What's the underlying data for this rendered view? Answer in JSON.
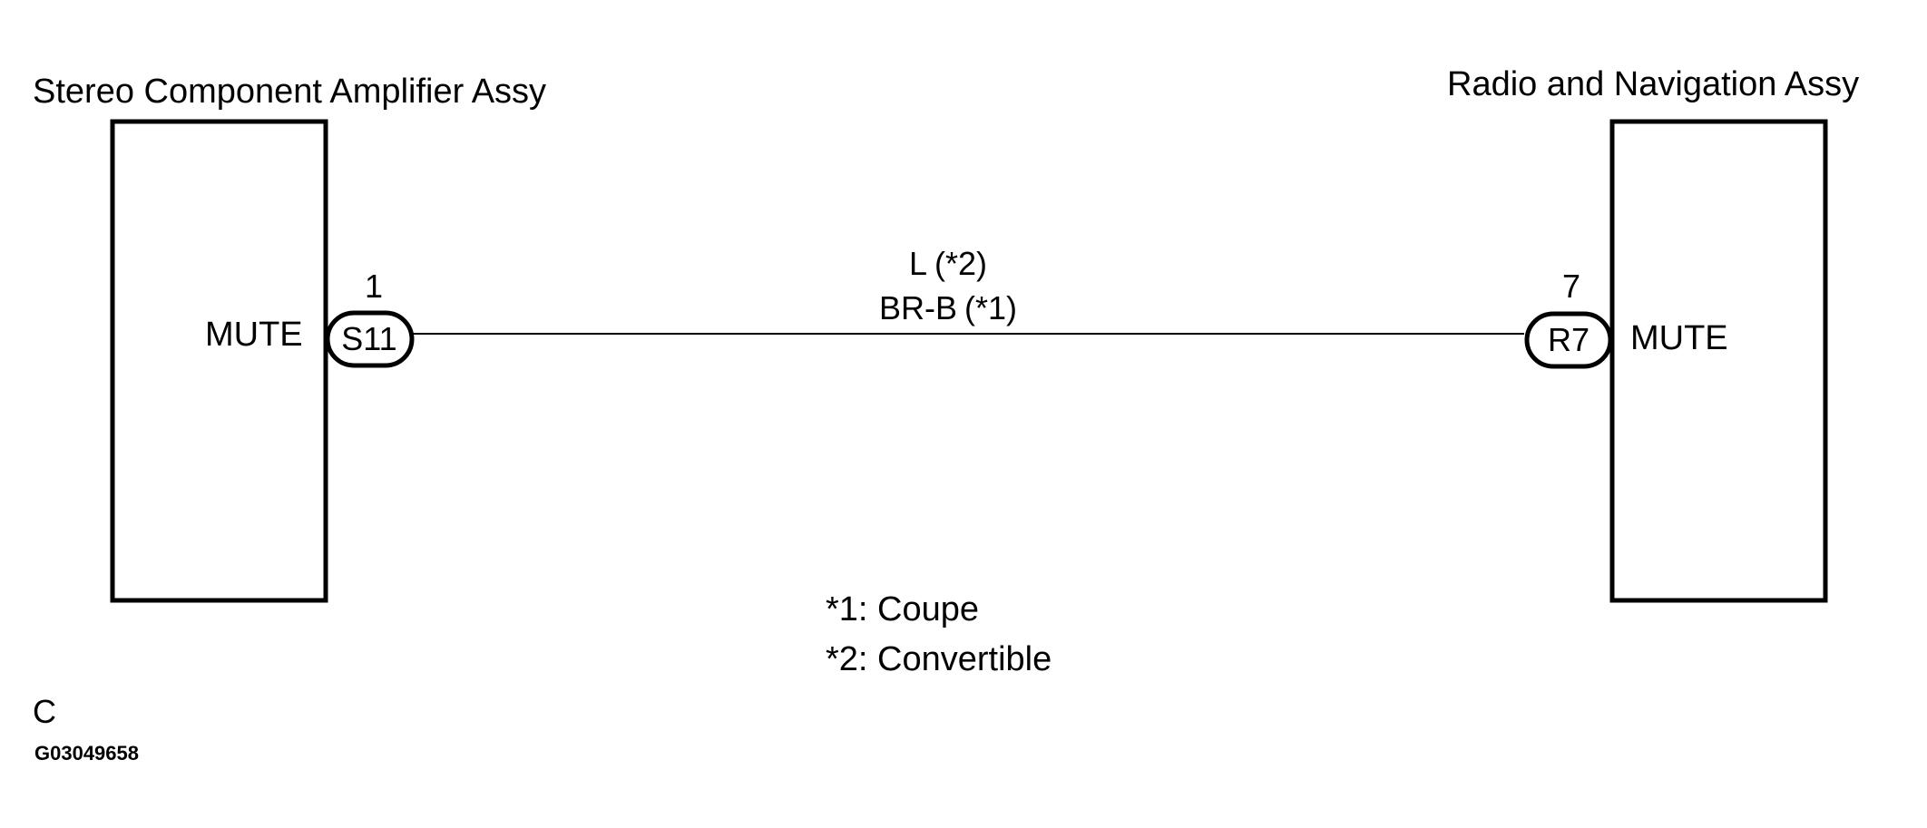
{
  "left_component": {
    "title": "Stereo Component Amplifier Assy",
    "terminal_name": "MUTE",
    "connector": "S11",
    "pin": "1"
  },
  "right_component": {
    "title": "Radio and Navigation Assy",
    "terminal_name": "MUTE",
    "connector": "R7",
    "pin": "7"
  },
  "wire": {
    "colors": [
      {
        "code": "L",
        "note": "(*2)"
      },
      {
        "code": "BR-B",
        "note": "(*1)"
      }
    ]
  },
  "legend": [
    "*1: Coupe",
    "*2: Convertible"
  ],
  "footer": {
    "letter": "C",
    "figure_id": "G03049658"
  }
}
